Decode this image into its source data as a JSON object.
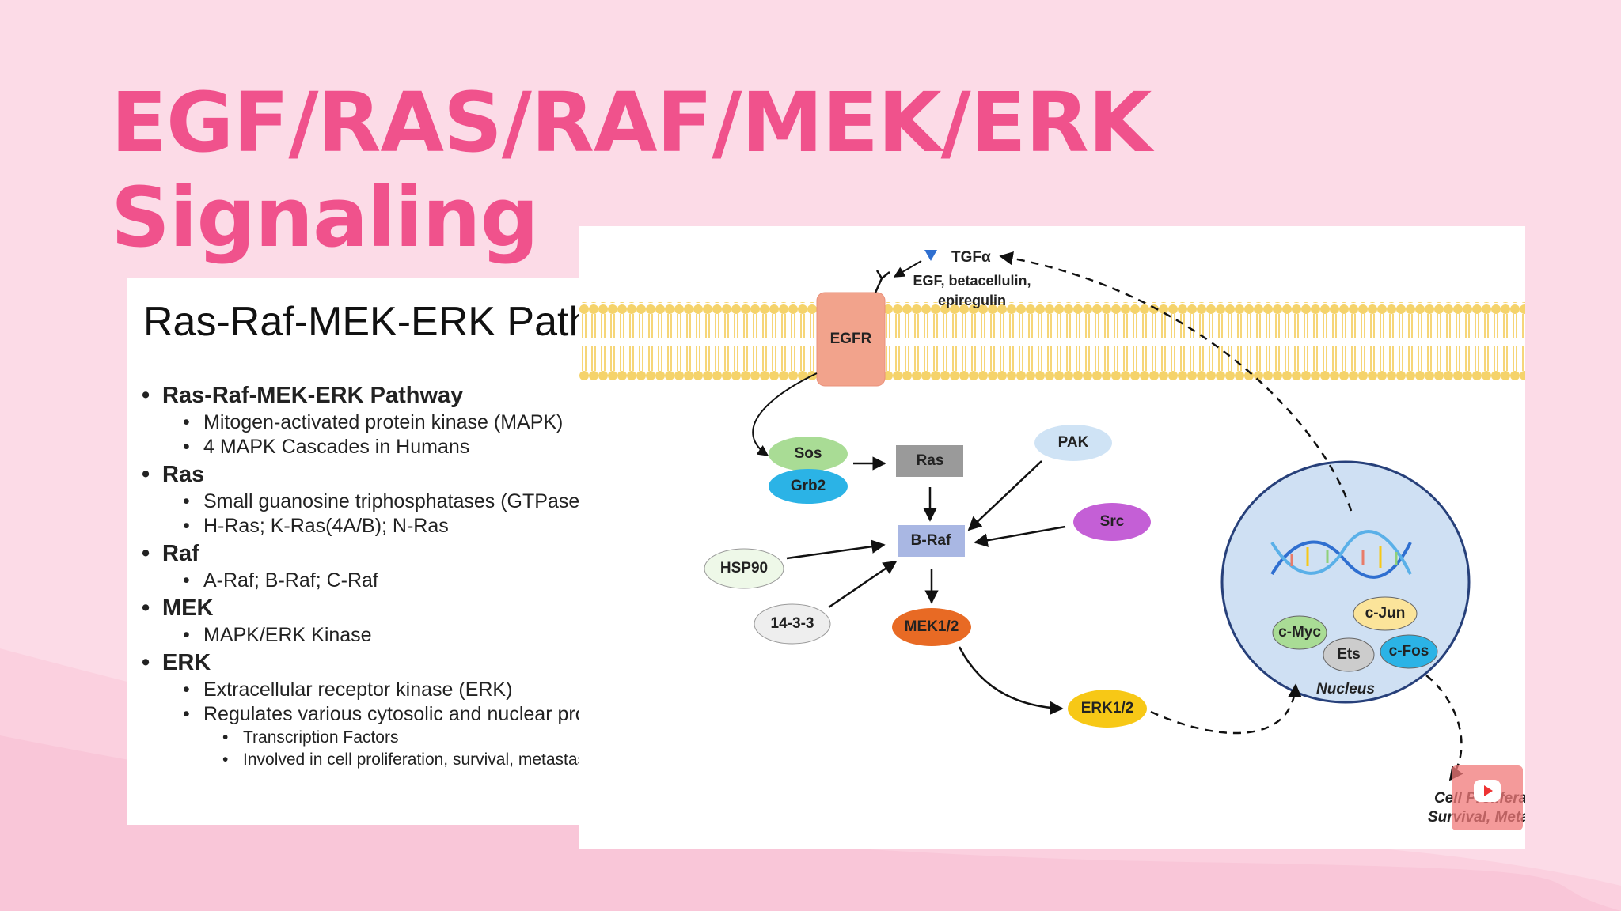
{
  "title": {
    "line1": "EGF/RAS/RAF/MEK/ERK",
    "line2": "Signaling"
  },
  "text_slide": {
    "heading": "Ras-Raf-MEK-ERK Pathway",
    "sections": [
      {
        "title": "Ras-Raf-MEK-ERK Pathway",
        "items": [
          "Mitogen-activated protein kinase (MAPK)",
          "4 MAPK Cascades in Humans"
        ]
      },
      {
        "title": "Ras",
        "items": [
          "Small guanosine triphosphatases (GTPases)",
          "H-Ras; K-Ras(4A/B); N-Ras"
        ]
      },
      {
        "title": "Raf",
        "items": [
          "A-Raf; B-Raf; C-Raf"
        ]
      },
      {
        "title": "MEK",
        "items": [
          "MAPK/ERK Kinase"
        ]
      },
      {
        "title": "ERK",
        "items": [
          "Extracellular receptor kinase (ERK)",
          "Regulates various cytosolic and nuclear proteins"
        ],
        "subitems": [
          "Transcription Factors",
          "Involved in cell proliferation, survival, metastasis"
        ]
      }
    ]
  },
  "diagram": {
    "ligand_tgfa": "TGFα",
    "ligand_egf": "EGF, betacellulin,",
    "ligand_egf_2": "epiregulin",
    "receptor": "EGFR",
    "nodes": {
      "sos": "Sos",
      "grb2": "Grb2",
      "ras": "Ras",
      "pak": "PAK",
      "src": "Src",
      "braf": "B-Raf",
      "hsp90": "HSP90",
      "p1433": "14-3-3",
      "mek": "MEK1/2",
      "erk": "ERK1/2",
      "cmyc": "c-Myc",
      "cjun": "c-Jun",
      "ets": "Ets",
      "cfos": "c-Fos"
    },
    "nucleus_label": "Nucleus",
    "outcome_line1": "Cell Proliferation,",
    "outcome_line2": "Survival, Metastasis",
    "colors": {
      "accent_title": "#f0528c",
      "membrane": "#f5d36b",
      "egfr": "#f2a38c",
      "sos": "#a9dc95",
      "grb2": "#2bb3e6",
      "ras": "#9a9a9a",
      "pak": "#cfe3f5",
      "src": "#c45fd6",
      "braf": "#a9b7e3",
      "mek": "#e86a24",
      "erk": "#f7c816",
      "nucleus": "#cfe0f3"
    }
  }
}
